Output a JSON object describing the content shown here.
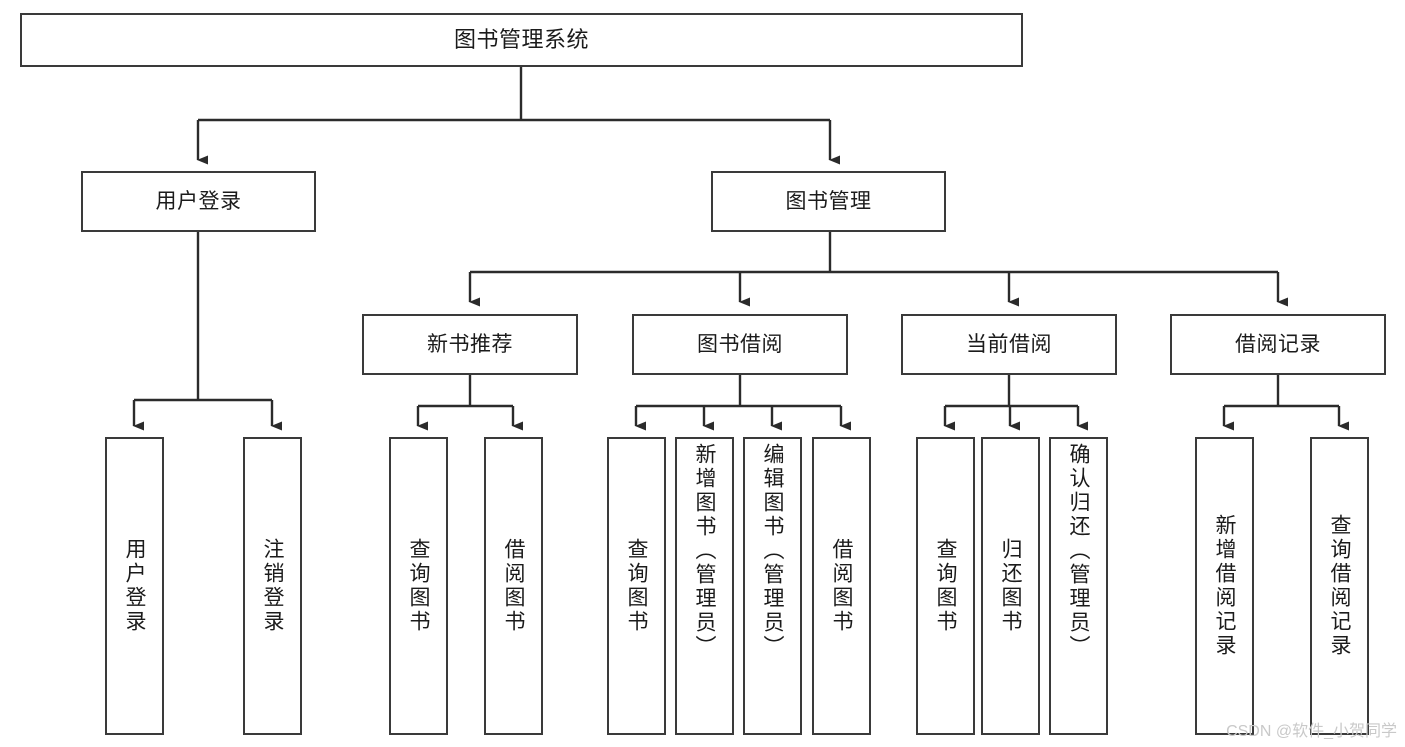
{
  "diagram": {
    "type": "tree",
    "title": "图书管理系统",
    "watermark": "CSDN @软件_小贺同学",
    "colors": {
      "box_border": "#3a3a3a",
      "box_fill": "#ffffff",
      "edge": "#2b2b2b",
      "text": "#1b1b1b",
      "watermark": "#c9c9c9"
    },
    "root": {
      "label": "图书管理系统"
    },
    "level2": [
      {
        "label": "用户登录"
      },
      {
        "label": "图书管理"
      }
    ],
    "level3": [
      {
        "label": "新书推荐"
      },
      {
        "label": "图书借阅"
      },
      {
        "label": "当前借阅"
      },
      {
        "label": "借阅记录"
      }
    ],
    "leaves": {
      "user_login": [
        {
          "label": "用户登录"
        },
        {
          "label": "注销登录"
        }
      ],
      "new_book_recommend": [
        {
          "label": "查询图书"
        },
        {
          "label": "借阅图书"
        }
      ],
      "book_borrow": [
        {
          "label": "查询图书"
        },
        {
          "label": "新增图书（管理员）"
        },
        {
          "label": "编辑图书（管理员）"
        },
        {
          "label": "借阅图书"
        }
      ],
      "current_borrow": [
        {
          "label": "查询图书"
        },
        {
          "label": "归还图书"
        },
        {
          "label": "确认归还（管理员）"
        }
      ],
      "borrow_record": [
        {
          "label": "新增借阅记录"
        },
        {
          "label": "查询借阅记录"
        }
      ]
    }
  }
}
